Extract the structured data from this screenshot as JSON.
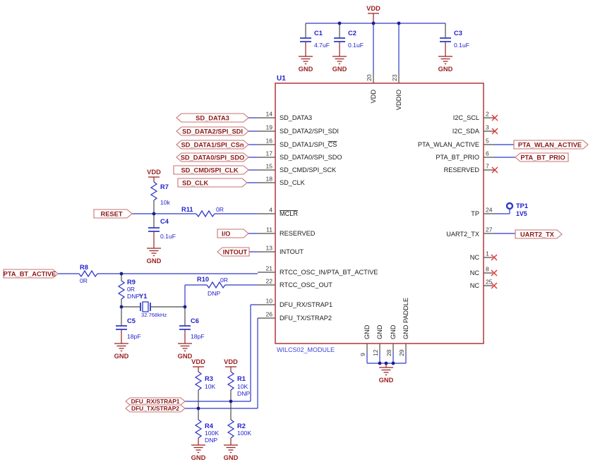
{
  "schematic": {
    "chip": {
      "ref": "U1",
      "part": "WILCS02_MODULE"
    },
    "pins": {
      "left": [
        {
          "num": "14",
          "name": "SD_DATA3"
        },
        {
          "num": "19",
          "name": "SD_DATA2/SPI_SDI"
        },
        {
          "num": "16",
          "name": "SD_DATA1/SPI_",
          "ov": "CS"
        },
        {
          "num": "17",
          "name": "SD_DATA0/SPI_SDO"
        },
        {
          "num": "15",
          "name": "SD_CMD/SPI_SCK"
        },
        {
          "num": "18",
          "name": "SD_CLK"
        },
        {
          "num": "4",
          "name": "",
          "ov": "MCLR"
        },
        {
          "num": "11",
          "name": "RESERVED"
        },
        {
          "num": "13",
          "name": "INTOUT"
        },
        {
          "num": "21",
          "name": "RTCC_OSC_IN/PTA_BT_ACTIVE"
        },
        {
          "num": "22",
          "name": "RTCC_OSC_OUT"
        },
        {
          "num": "10",
          "name": "DFU_RX/STRAP1"
        },
        {
          "num": "26",
          "name": "DFU_TX/STRAP2"
        }
      ],
      "right": [
        {
          "num": "2",
          "name": "I2C_SCL"
        },
        {
          "num": "3",
          "name": "I2C_SDA"
        },
        {
          "num": "5",
          "name": "PTA_WLAN_ACTIVE"
        },
        {
          "num": "6",
          "name": "PTA_BT_PRIO"
        },
        {
          "num": "7",
          "name": "RESERVED"
        },
        {
          "num": "24",
          "name": "TP"
        },
        {
          "num": "27",
          "name": "UART2_TX"
        },
        {
          "num": "1",
          "name": "NC"
        },
        {
          "num": "8",
          "name": "NC"
        },
        {
          "num": "25",
          "name": "NC"
        }
      ],
      "top": [
        {
          "num": "20",
          "name": "VDD"
        },
        {
          "num": "23",
          "name": "VDDIO"
        }
      ],
      "bottom": [
        {
          "num": "9",
          "name": "GND"
        },
        {
          "num": "12",
          "name": "GND"
        },
        {
          "num": "28",
          "name": "GND"
        },
        {
          "num": "29",
          "name": "GND PADDLE"
        }
      ]
    },
    "flags": {
      "sd_data3": "SD_DATA3",
      "sd_data2": "SD_DATA2/SPI_SDI",
      "sd_data1": "SD_DATA1/SPI_CSn",
      "sd_data0": "SD_DATA0/SPI_SDO",
      "sd_cmd": "SD_CMD/SPI_CLK",
      "sd_clk": "SD_CLK",
      "reset": "RESET",
      "io": "I/O",
      "intout": "INTOUT",
      "pta_bt_active": "PTA_BT_ACTIVE",
      "dfu_rx": "DFU_RX/STRAP1",
      "dfu_tx": "DFU_TX/STRAP2",
      "pta_wlan_active": "PTA_WLAN_ACTIVE",
      "pta_bt_prio": "PTA_BT_PRIO",
      "uart2_tx": "UART2_TX"
    },
    "components": {
      "C1": {
        "ref": "C1",
        "value": "4.7uF"
      },
      "C2": {
        "ref": "C2",
        "value": "0.1uF"
      },
      "C3": {
        "ref": "C3",
        "value": "0.1uF"
      },
      "C4": {
        "ref": "C4",
        "value": "0.1uF"
      },
      "C5": {
        "ref": "C5",
        "value": "18pF"
      },
      "C6": {
        "ref": "C6",
        "value": "18pF"
      },
      "R1": {
        "ref": "R1",
        "value": "10K",
        "note": "DNP"
      },
      "R2": {
        "ref": "R2",
        "value": "100K"
      },
      "R3": {
        "ref": "R3",
        "value": "10K"
      },
      "R4": {
        "ref": "R4",
        "value": "100K",
        "note": "DNP"
      },
      "R7": {
        "ref": "R7",
        "value": "10k"
      },
      "R8": {
        "ref": "R8",
        "value": "0R"
      },
      "R9": {
        "ref": "R9",
        "value": "0R",
        "note": "DNP"
      },
      "R10": {
        "ref": "R10",
        "value": "0R",
        "note": "DNP"
      },
      "R11": {
        "ref": "R11",
        "value": "0R"
      },
      "Y1": {
        "ref": "Y1",
        "value": "32.768kHz"
      },
      "TP1": {
        "ref": "TP1",
        "net": "1V5"
      }
    },
    "power": {
      "vdd": "VDD",
      "gnd": "GND"
    }
  }
}
